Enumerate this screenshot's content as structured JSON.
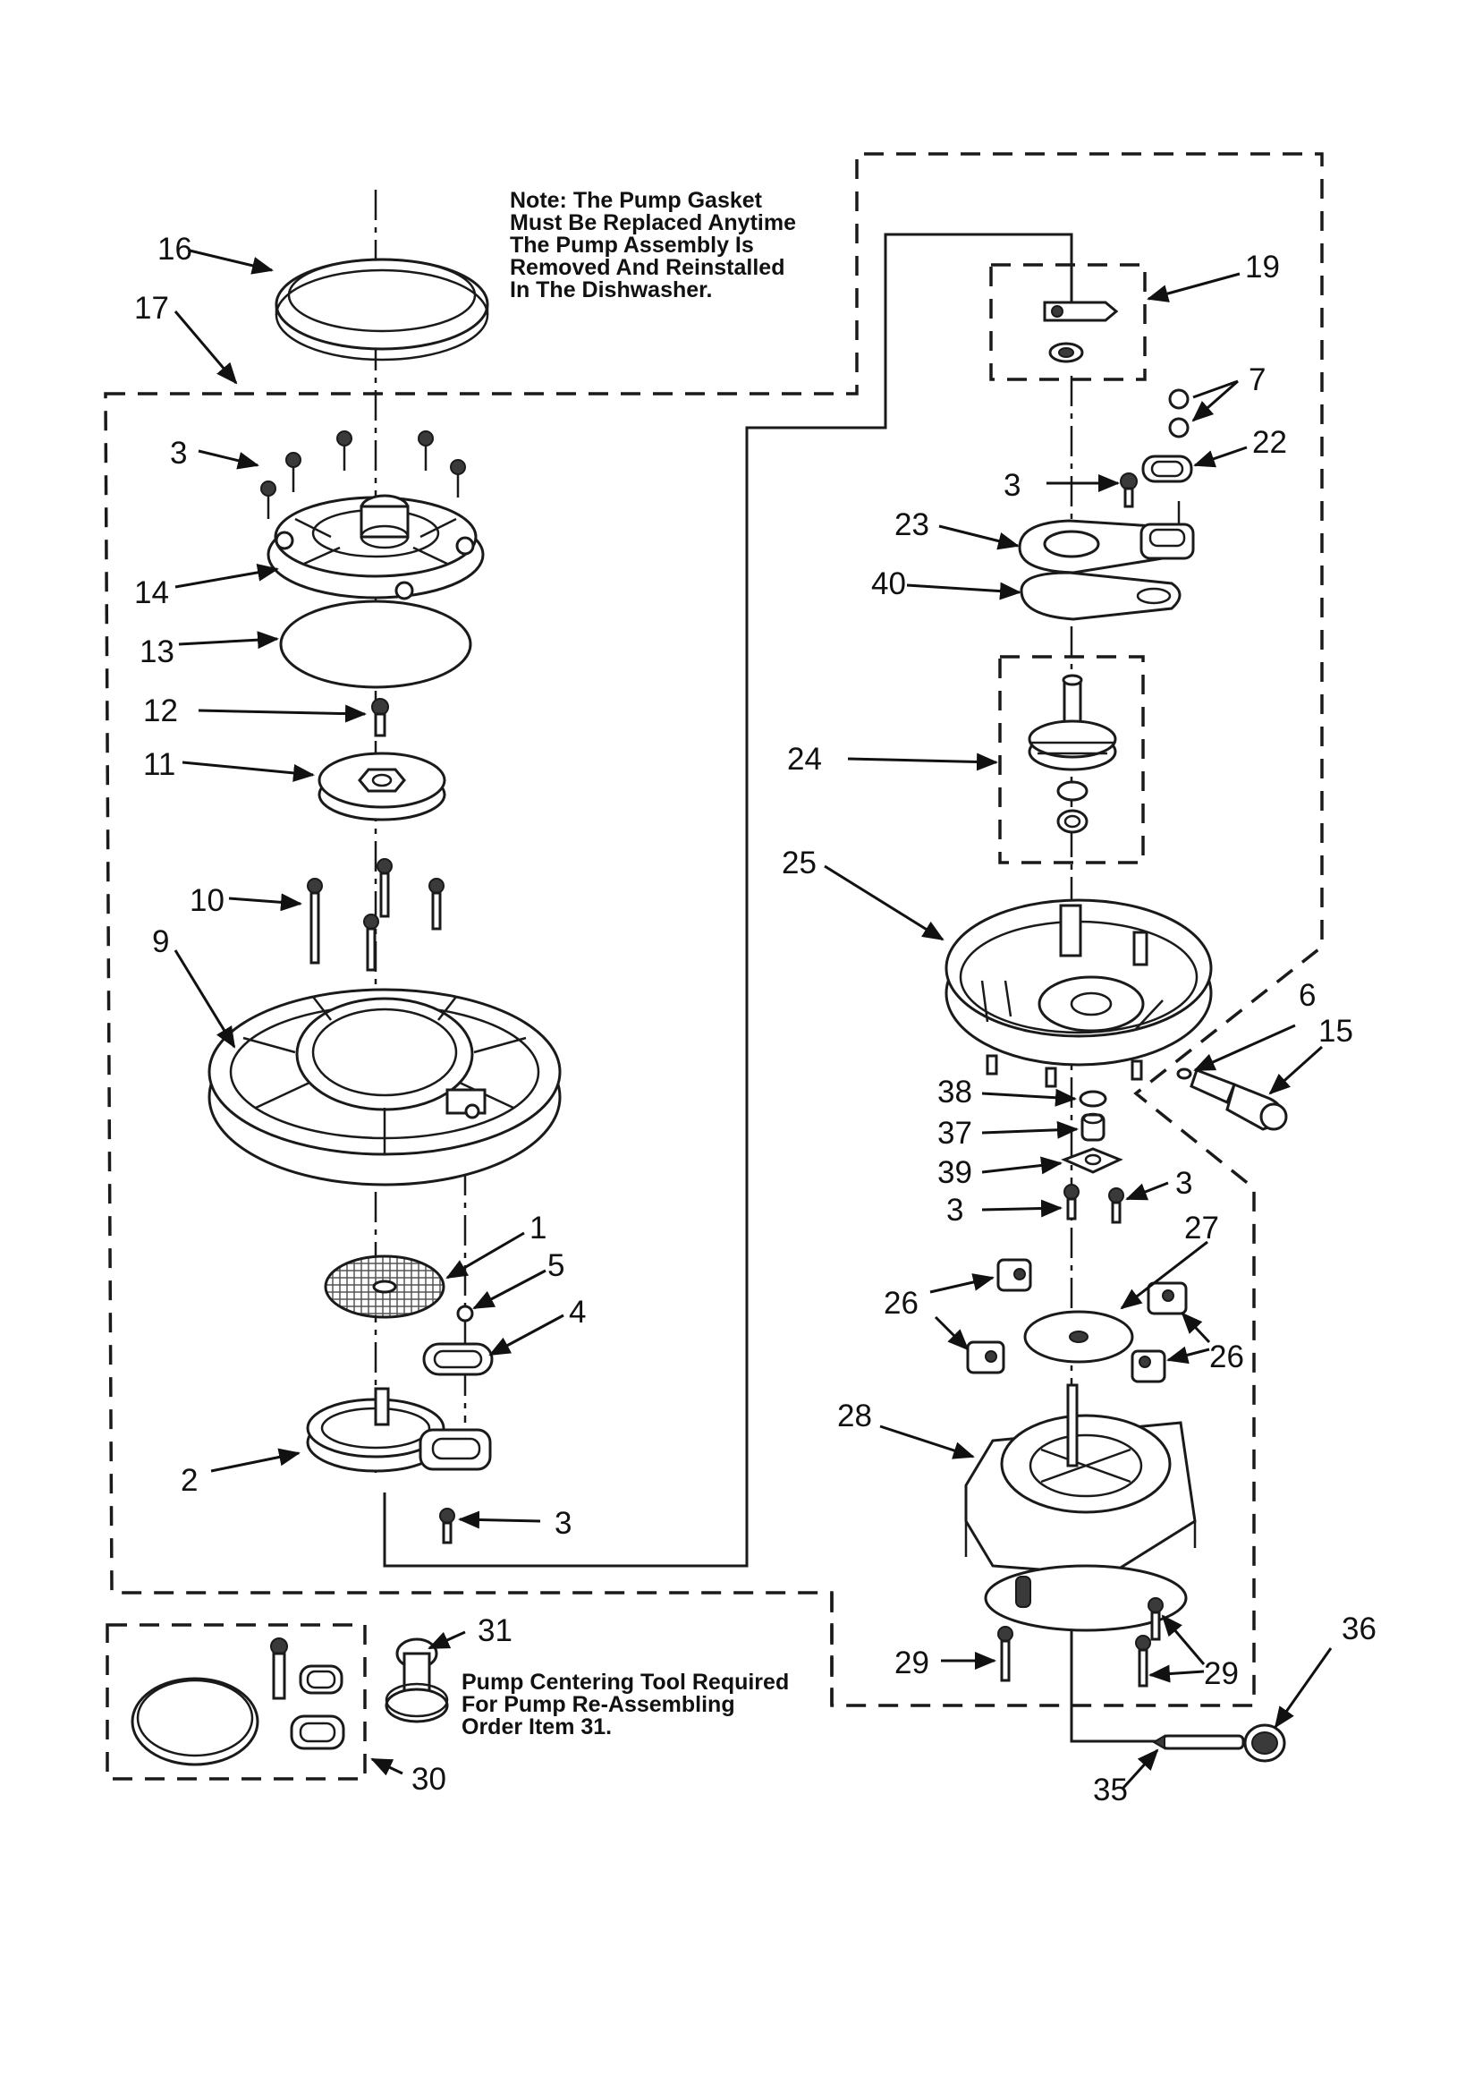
{
  "notes": {
    "gasket": [
      "Note: The Pump Gasket",
      "Must Be Replaced Anytime",
      "The Pump Assembly Is",
      "Removed And Reinstalled",
      "In The Dishwasher."
    ],
    "tool": [
      "Pump Centering Tool Required",
      "For Pump Re-Assembling",
      "Order Item 31."
    ]
  },
  "callouts": {
    "c16": "16",
    "c17": "17",
    "c3a": "3",
    "c14": "14",
    "c13": "13",
    "c12": "12",
    "c11": "11",
    "c10": "10",
    "c9": "9",
    "c1": "1",
    "c5": "5",
    "c4": "4",
    "c2": "2",
    "c3b": "3",
    "c31": "31",
    "c30": "30",
    "c19": "19",
    "c7": "7",
    "c22": "22",
    "c3c": "3",
    "c23": "23",
    "c40": "40",
    "c24": "24",
    "c25": "25",
    "c6": "6",
    "c15": "15",
    "c38": "38",
    "c37": "37",
    "c39": "39",
    "c3d": "3",
    "c3e": "3",
    "c27": "27",
    "c26a": "26",
    "c26b": "26",
    "c28": "28",
    "c29a": "29",
    "c29b": "29",
    "c36": "36",
    "c35": "35"
  }
}
